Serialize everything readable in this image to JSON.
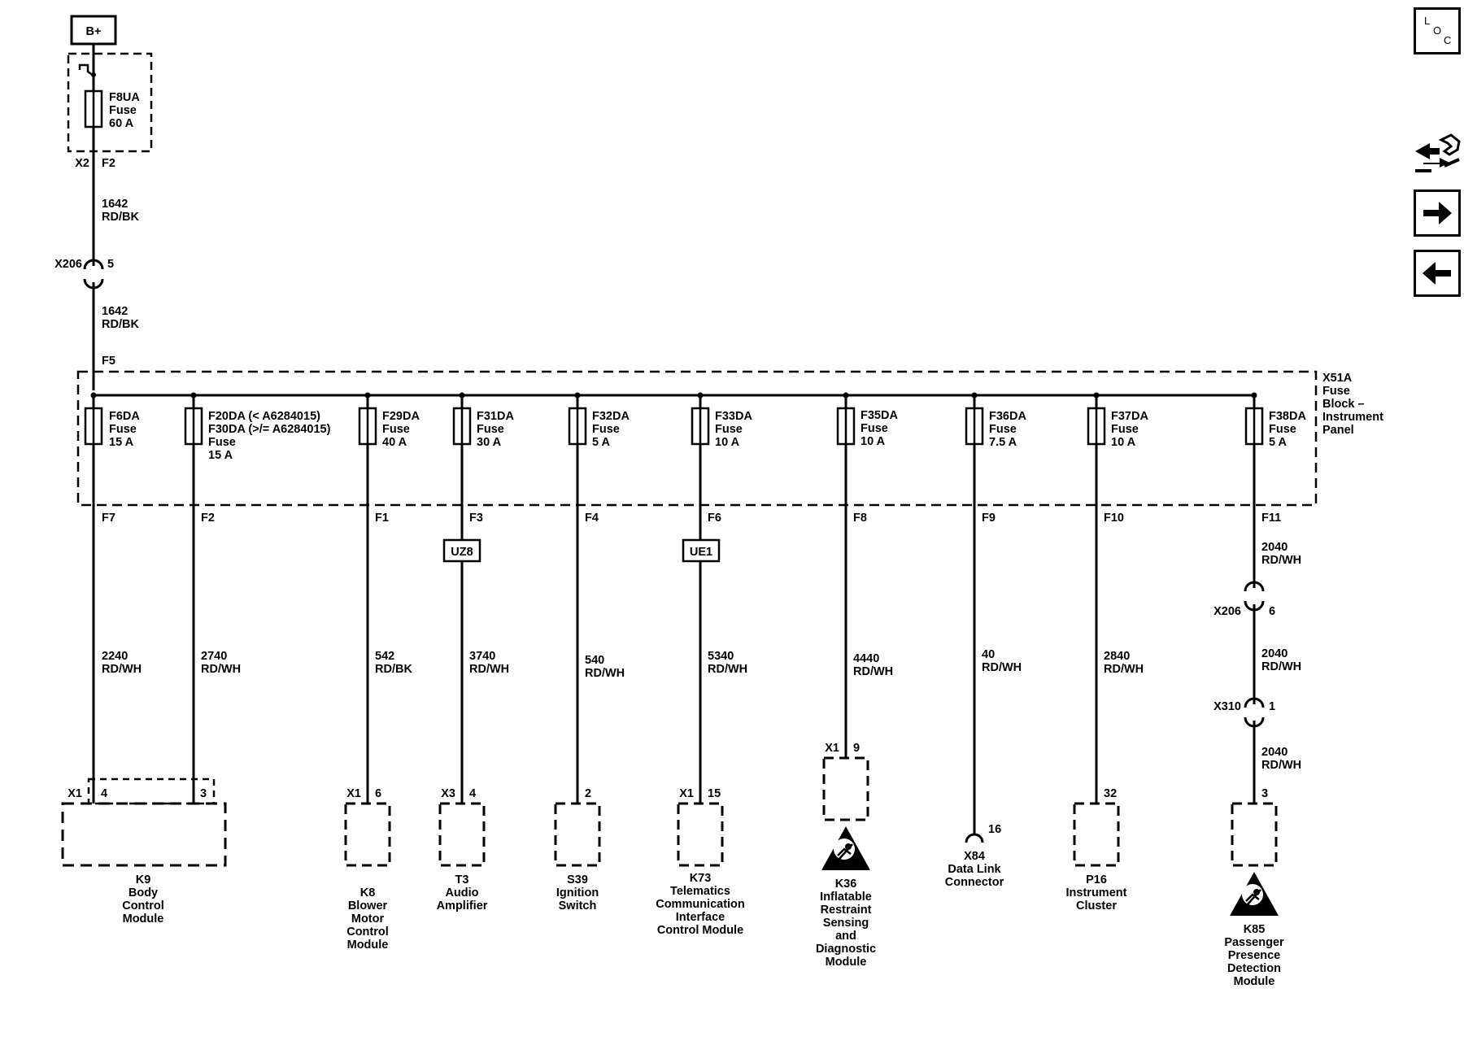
{
  "supply": {
    "label": "B+",
    "fuse": {
      "name": "F8UA",
      "kind": "Fuse",
      "rating": "60 A"
    },
    "fuse_connector": "X2",
    "fuse_terminal": "F2",
    "wire_upper": {
      "circuit": "1642",
      "color": "RD/BK"
    },
    "inline": {
      "connector": "X206",
      "pin": "5"
    },
    "wire_lower": {
      "circuit": "1642",
      "color": "RD/BK"
    },
    "block_terminal_in": "F5"
  },
  "fuse_block": {
    "id": "X51A",
    "name_lines": [
      "Fuse",
      "Block –",
      "Instrument",
      "Panel"
    ]
  },
  "circuits": [
    {
      "fuse_lines": [
        "F6DA",
        "Fuse",
        "15 A"
      ],
      "terminal": "F7",
      "wire": {
        "circuit": "2240",
        "color": "RD/WH"
      },
      "pin": "4",
      "connector": "X1",
      "device_lines": [
        "K9",
        "Body",
        "Control",
        "Module"
      ]
    },
    {
      "fuse_lines": [
        "F20DA (< A6284015)",
        "F30DA (>/= A6284015)",
        "Fuse",
        "15 A"
      ],
      "terminal": "F2",
      "wire": {
        "circuit": "2740",
        "color": "RD/WH"
      },
      "pin": "3"
    },
    {
      "fuse_lines": [
        "F29DA",
        "Fuse",
        "40 A"
      ],
      "terminal": "F1",
      "wire": {
        "circuit": "542",
        "color": "RD/BK"
      },
      "pin": "6",
      "connector": "X1",
      "device_lines": [
        "K8",
        "Blower",
        "Motor",
        "Control",
        "Module"
      ]
    },
    {
      "fuse_lines": [
        "F31DA",
        "Fuse",
        "30 A"
      ],
      "terminal": "F3",
      "option": "UZ8",
      "wire": {
        "circuit": "3740",
        "color": "RD/WH"
      },
      "pin": "4",
      "connector": "X3",
      "device_lines": [
        "T3",
        "Audio",
        "Amplifier"
      ]
    },
    {
      "fuse_lines": [
        "F32DA",
        "Fuse",
        "5 A"
      ],
      "terminal": "F4",
      "wire": {
        "circuit": "540",
        "color": "RD/WH"
      },
      "pin": "2",
      "device_lines": [
        "S39",
        "Ignition",
        "Switch"
      ]
    },
    {
      "fuse_lines": [
        "F33DA",
        "Fuse",
        "10 A"
      ],
      "terminal": "F6",
      "option": "UE1",
      "wire": {
        "circuit": "5340",
        "color": "RD/WH"
      },
      "pin": "15",
      "connector": "X1",
      "device_lines": [
        "K73",
        "Telematics",
        "Communication",
        "Interface",
        "Control Module"
      ]
    },
    {
      "fuse_lines": [
        "F35DA",
        "Fuse",
        "10 A"
      ],
      "terminal": "F8",
      "wire": {
        "circuit": "4440",
        "color": "RD/WH"
      },
      "pin": "9",
      "connector": "X1",
      "device_lines": [
        "K36",
        "Inflatable",
        "Restraint",
        "Sensing",
        "and",
        "Diagnostic",
        "Module"
      ],
      "warning_icon": "airbag-warning-icon"
    },
    {
      "fuse_lines": [
        "F36DA",
        "Fuse",
        "7.5 A"
      ],
      "terminal": "F9",
      "wire": {
        "circuit": "40",
        "color": "RD/WH"
      },
      "pin": "16",
      "device_lines": [
        "X84",
        "Data Link",
        "Connector"
      ]
    },
    {
      "fuse_lines": [
        "F37DA",
        "Fuse",
        "10 A"
      ],
      "terminal": "F10",
      "wire": {
        "circuit": "2840",
        "color": "RD/WH"
      },
      "pin": "32",
      "device_lines": [
        "P16",
        "Instrument",
        "Cluster"
      ]
    },
    {
      "fuse_lines": [
        "F38DA",
        "Fuse",
        "5 A"
      ],
      "terminal": "F11",
      "wire": {
        "circuit": "2040",
        "color": "RD/WH"
      },
      "inline1": {
        "connector": "X206",
        "pin": "6",
        "wire": {
          "circuit": "2040",
          "color": "RD/WH"
        }
      },
      "inline2": {
        "connector": "X310",
        "pin": "1",
        "wire": {
          "circuit": "2040",
          "color": "RD/WH"
        }
      },
      "pin": "3",
      "device_lines": [
        "K85",
        "Passenger",
        "Presence",
        "Detection",
        "Module"
      ],
      "warning_icon": "airbag-warning-icon"
    }
  ],
  "nav": {
    "loc": {
      "letters": [
        "L",
        "O",
        "C"
      ],
      "icon": "location-icon"
    },
    "tools_icon": "connector-tools-icon",
    "forward_icon": "arrow-right-icon",
    "back_icon": "arrow-left-icon"
  },
  "colors": {
    "line": "#000000",
    "background": "#ffffff"
  }
}
